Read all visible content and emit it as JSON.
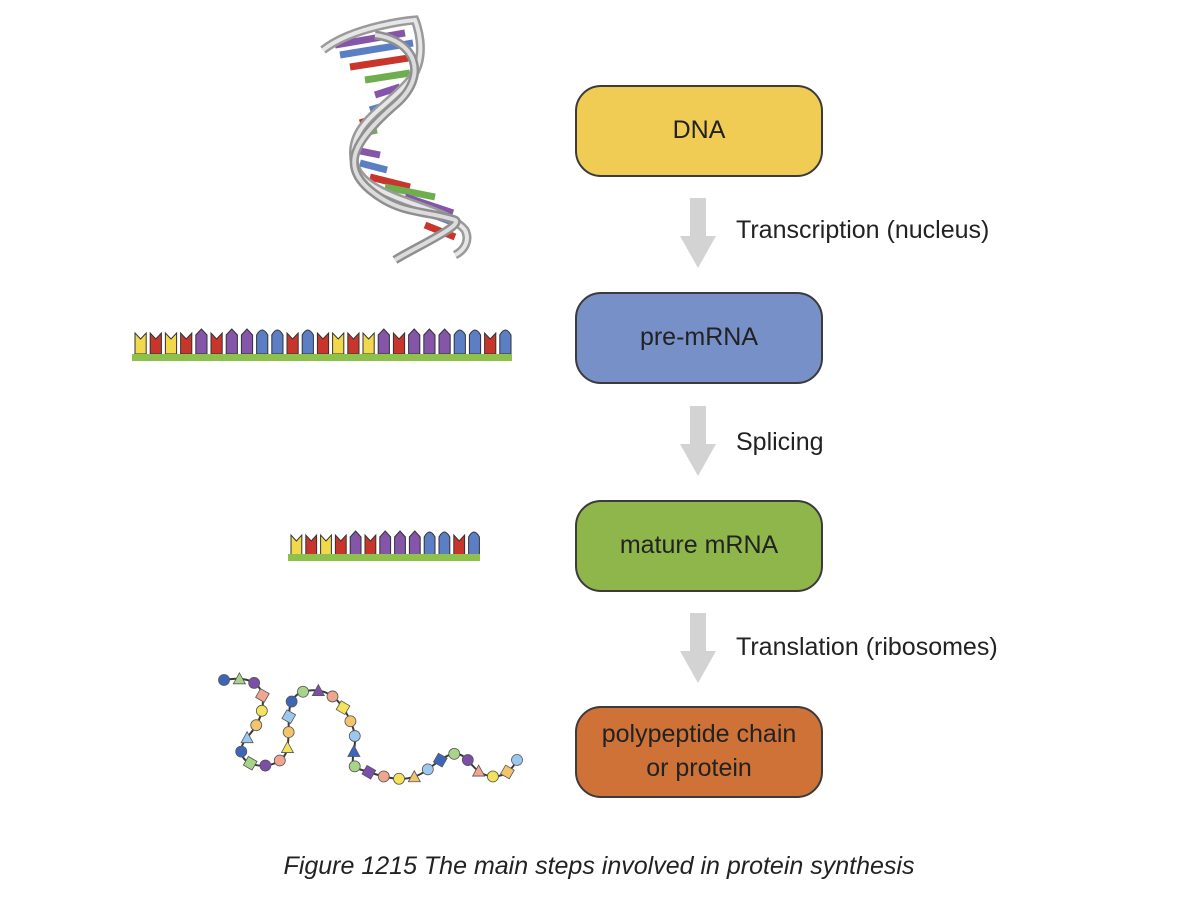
{
  "colors": {
    "dna_box": "#F0CC55",
    "pre_mrna_box": "#7790C8",
    "mature_mrna_box": "#8EB64B",
    "protein_box": "#CE7238",
    "arrow": "#D3D3D3"
  },
  "boxes": {
    "dna": "DNA",
    "pre_mrna": "pre-mRNA",
    "mature_mrna": "mature mRNA",
    "protein_line1": "polypeptide chain",
    "protein_line2": "or protein"
  },
  "steps": {
    "transcription": "Transcription (nucleus)",
    "splicing": "Splicing",
    "translation": "Translation (ribosomes)"
  },
  "caption": "Figure 1215 The main steps involved in protein synthesis",
  "illustrations": {
    "pre_mrna_strand": [
      "yellow",
      "red",
      "yellow",
      "red",
      "purple",
      "red",
      "purple",
      "purple",
      "blue",
      "blue",
      "red",
      "blue",
      "red",
      "yellow",
      "red",
      "yellow",
      "purple",
      "red",
      "purple",
      "purple",
      "purple",
      "blue",
      "blue",
      "red",
      "blue"
    ],
    "mature_mrna_strand": [
      "yellow",
      "red",
      "yellow",
      "red",
      "purple",
      "red",
      "purple",
      "purple",
      "purple",
      "blue",
      "blue",
      "red",
      "blue"
    ]
  }
}
